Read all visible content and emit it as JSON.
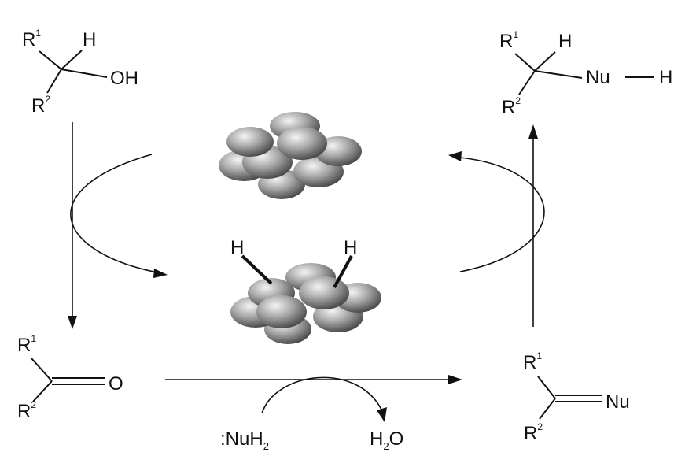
{
  "molecules": {
    "alcohol": {
      "r1": "R",
      "r1_sup": "1",
      "r2": "R",
      "r2_sup": "2",
      "h": "H",
      "group": "OH"
    },
    "carbonyl": {
      "r1": "R",
      "r1_sup": "1",
      "r2": "R",
      "r2_sup": "2",
      "atom": "O"
    },
    "imine": {
      "r1": "R",
      "r1_sup": "1",
      "r2": "R",
      "r2_sup": "2",
      "atom": "Nu"
    },
    "amine": {
      "r1": "R",
      "r1_sup": "1",
      "r2": "R",
      "r2_sup": "2",
      "h": "H",
      "nu": "Nu",
      "h2": "H"
    }
  },
  "reagents": {
    "nucleophile": {
      "prefix": ":NuH",
      "sub": "2"
    },
    "water": {
      "pre": "H",
      "sub": "2",
      "post": "O"
    }
  },
  "catalyst": {
    "hydride_left": "H",
    "hydride_right": "H"
  },
  "colors": {
    "ink": "#111111",
    "sphere_light": "#f4f4f4",
    "sphere_mid": "#9a9a9a",
    "sphere_dark": "#3c3c3c"
  }
}
